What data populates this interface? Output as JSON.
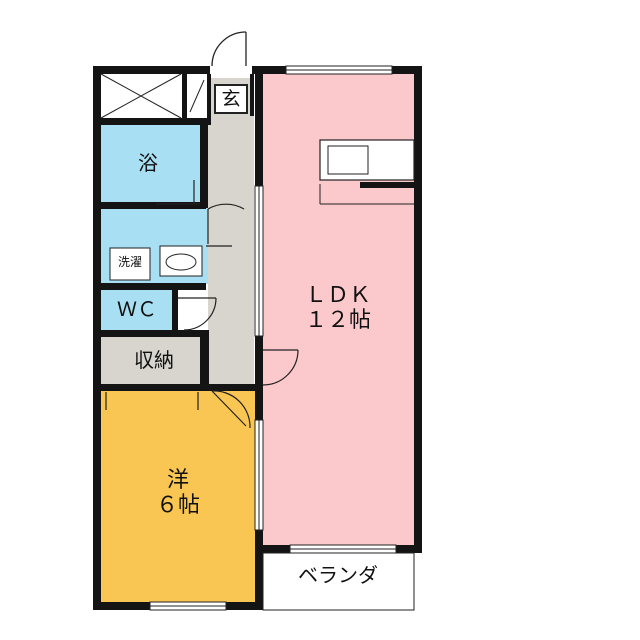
{
  "rooms": {
    "genkan": "玄",
    "bath": "浴",
    "washer": "洗濯",
    "wc": "ＷＣ",
    "storage": "収納",
    "ldk_name": "ＬＤＫ",
    "ldk_size": "１２帖",
    "western_name": "洋",
    "western_size": "６帖",
    "veranda": "ベランダ"
  },
  "colors": {
    "ldk": "#fbc9cc",
    "western": "#fac653",
    "water": "#a8dff2",
    "hall": "#d7d5cd",
    "wall": "#141414"
  }
}
